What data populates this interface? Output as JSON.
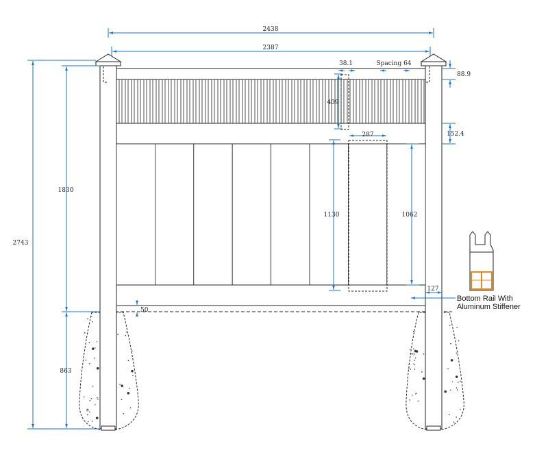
{
  "dimensions": {
    "overall_width": "2438",
    "inner_width": "2387",
    "picket_width": "38.1",
    "spacing": "Spacing 64",
    "top_rail": "88.9",
    "lattice_height": "409",
    "mid_rail": "152.4",
    "board_width": "287",
    "total_height": "2743",
    "above_ground": "1830",
    "post_panel_height": "1130",
    "board_height": "1062",
    "bottom_rail": "127",
    "ground_gap": "50",
    "below_ground": "863"
  },
  "callout": {
    "line1": "Bottom Rail With",
    "line2": "Aluminum Stiffener"
  },
  "colors": {
    "dimension_line": "#1a73c9",
    "outline": "#222222",
    "stiffener": "#e08a1e"
  }
}
